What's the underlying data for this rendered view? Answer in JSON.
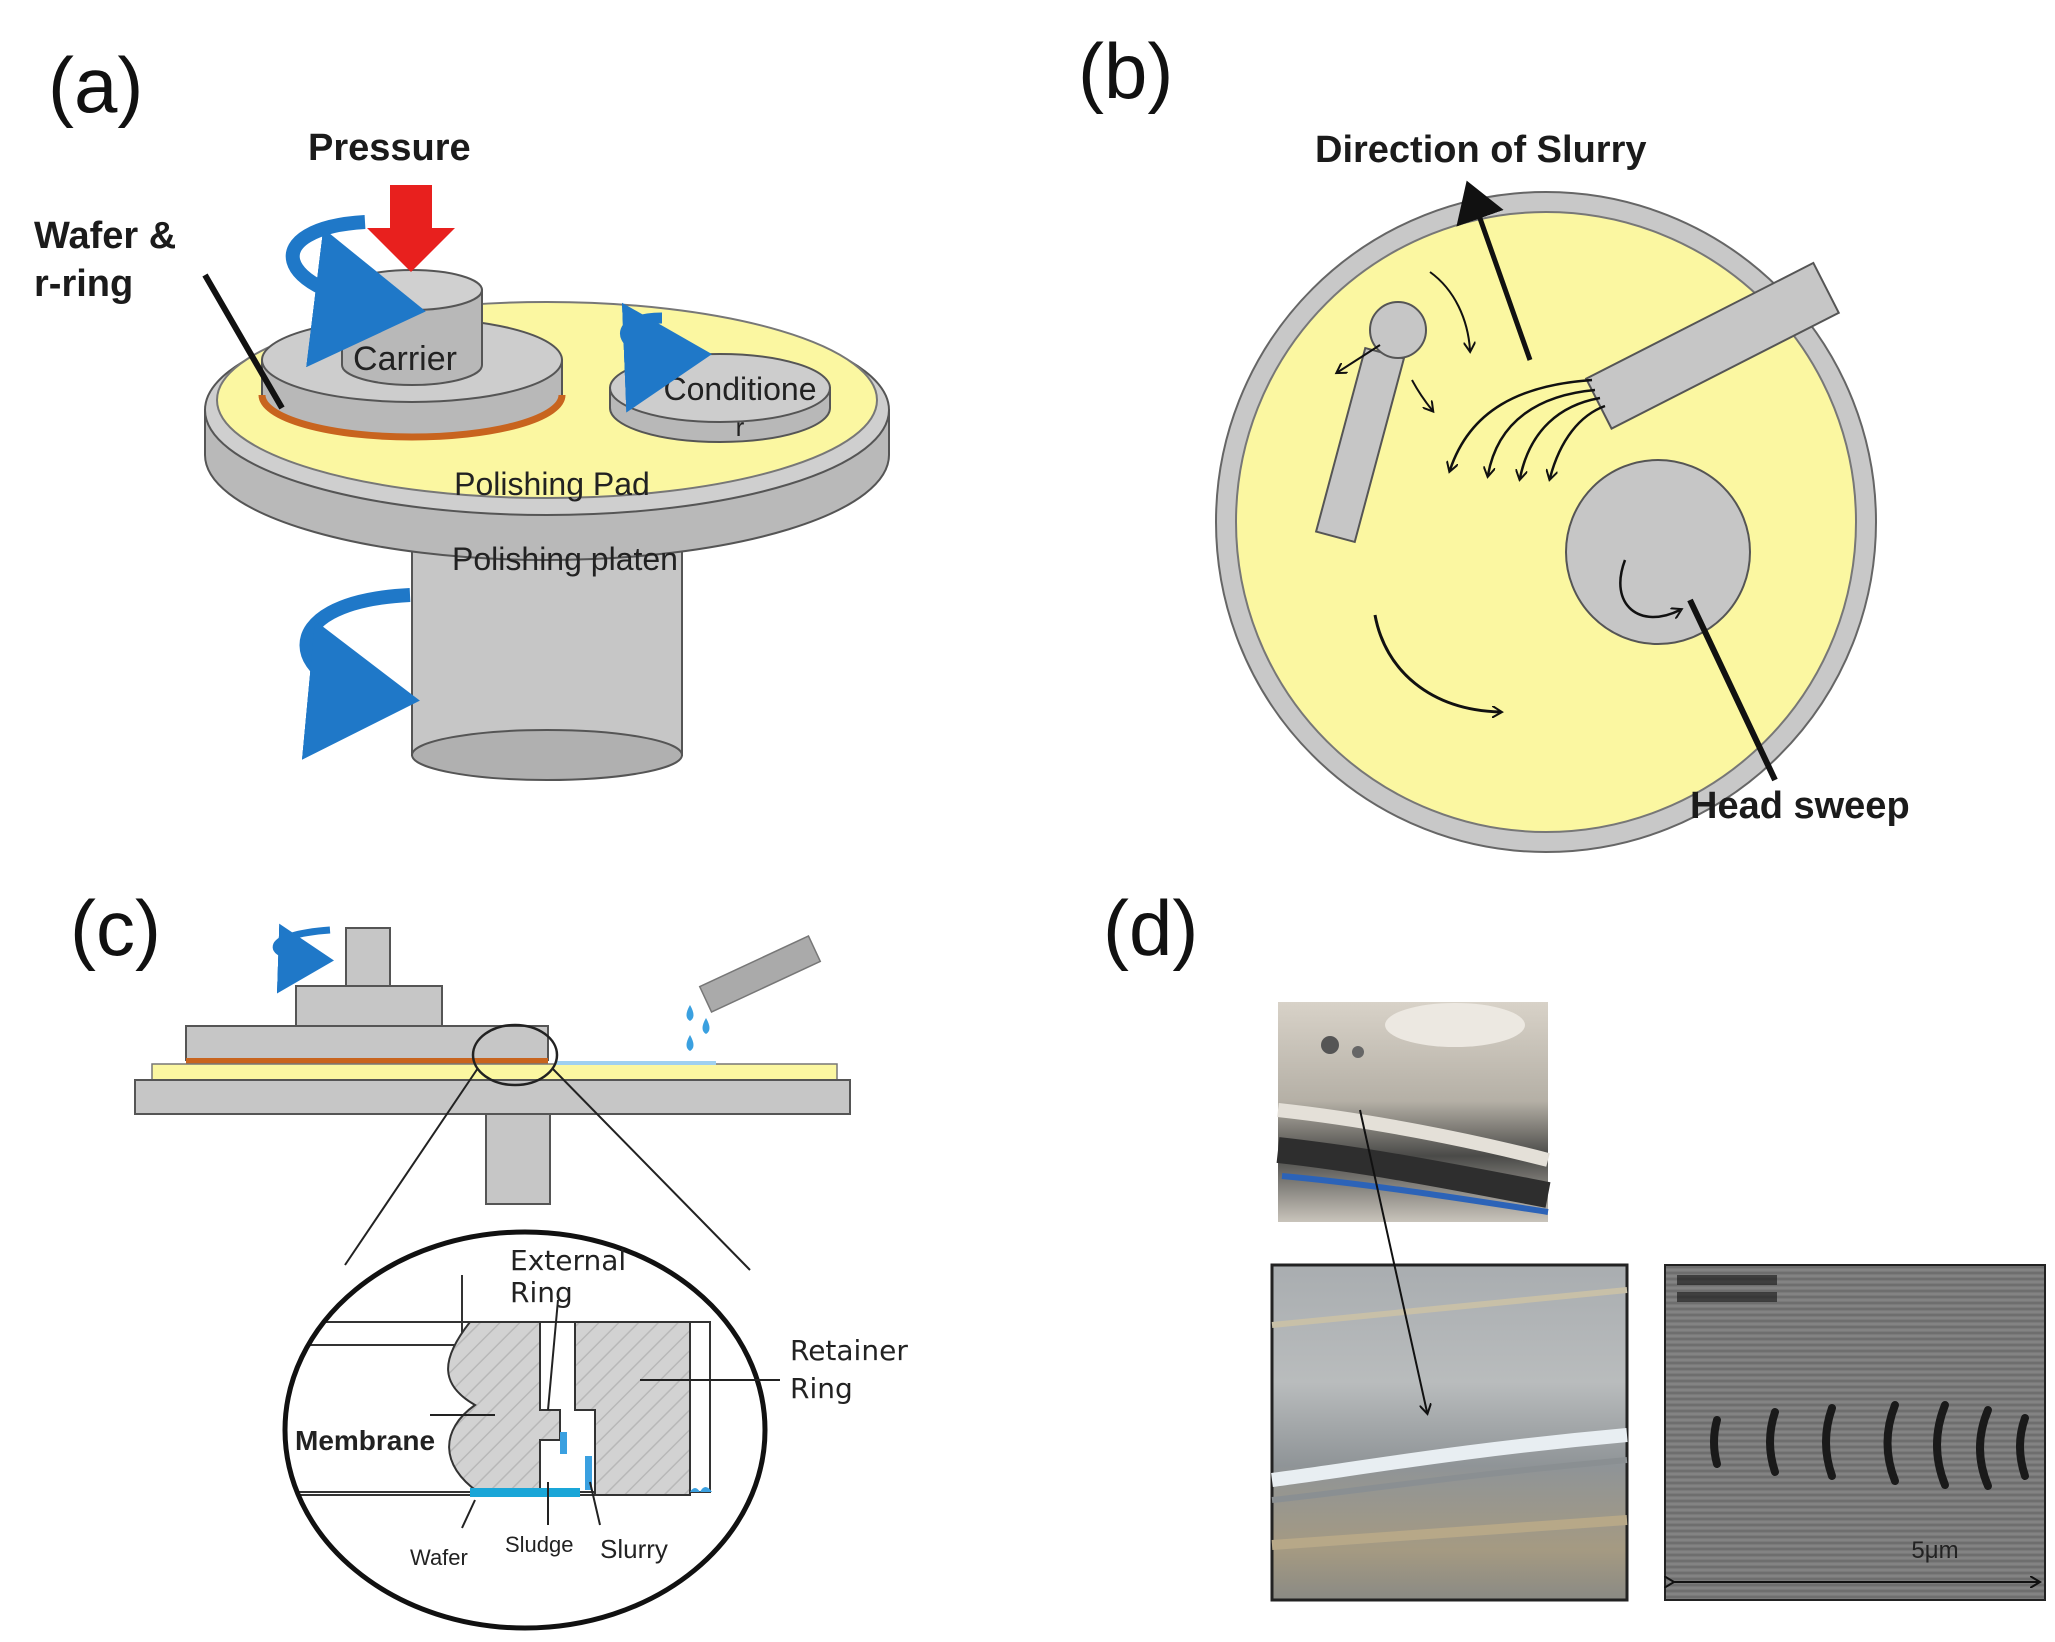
{
  "panels": {
    "a": {
      "letter": "(a)",
      "pressure": "Pressure",
      "wafer_line1": "Wafer &",
      "wafer_line2": "r-ring",
      "carrier": "Carrier",
      "conditioner_line1": "Conditione",
      "conditioner_line2": "r",
      "pad": "Polishing Pad",
      "platen": "Polishing platen"
    },
    "b": {
      "letter": "(b)",
      "slurry_direction": "Direction of Slurry",
      "head_sweep": "Head sweep"
    },
    "c": {
      "letter": "(c)",
      "external_ring_line1": "External",
      "external_ring_line2": "Ring",
      "retainer_line1": "Retainer",
      "retainer_line2": "Ring",
      "membrane": "Membrane",
      "wafer": "Wafer",
      "sludge": "Sludge",
      "slurry": "Slurry"
    },
    "d": {
      "letter": "(d)",
      "scale_label": "5μm"
    }
  },
  "colors": {
    "pad_yellow": "#fbf7a1",
    "gray_body": "#c8c8c8",
    "gray_dark": "#8a8a8a",
    "rotation_blue": "#1f78c8",
    "pressure_red": "#e8201e",
    "wafer_orange": "#c8641e",
    "slurry_blue": "#3aa0e0"
  }
}
